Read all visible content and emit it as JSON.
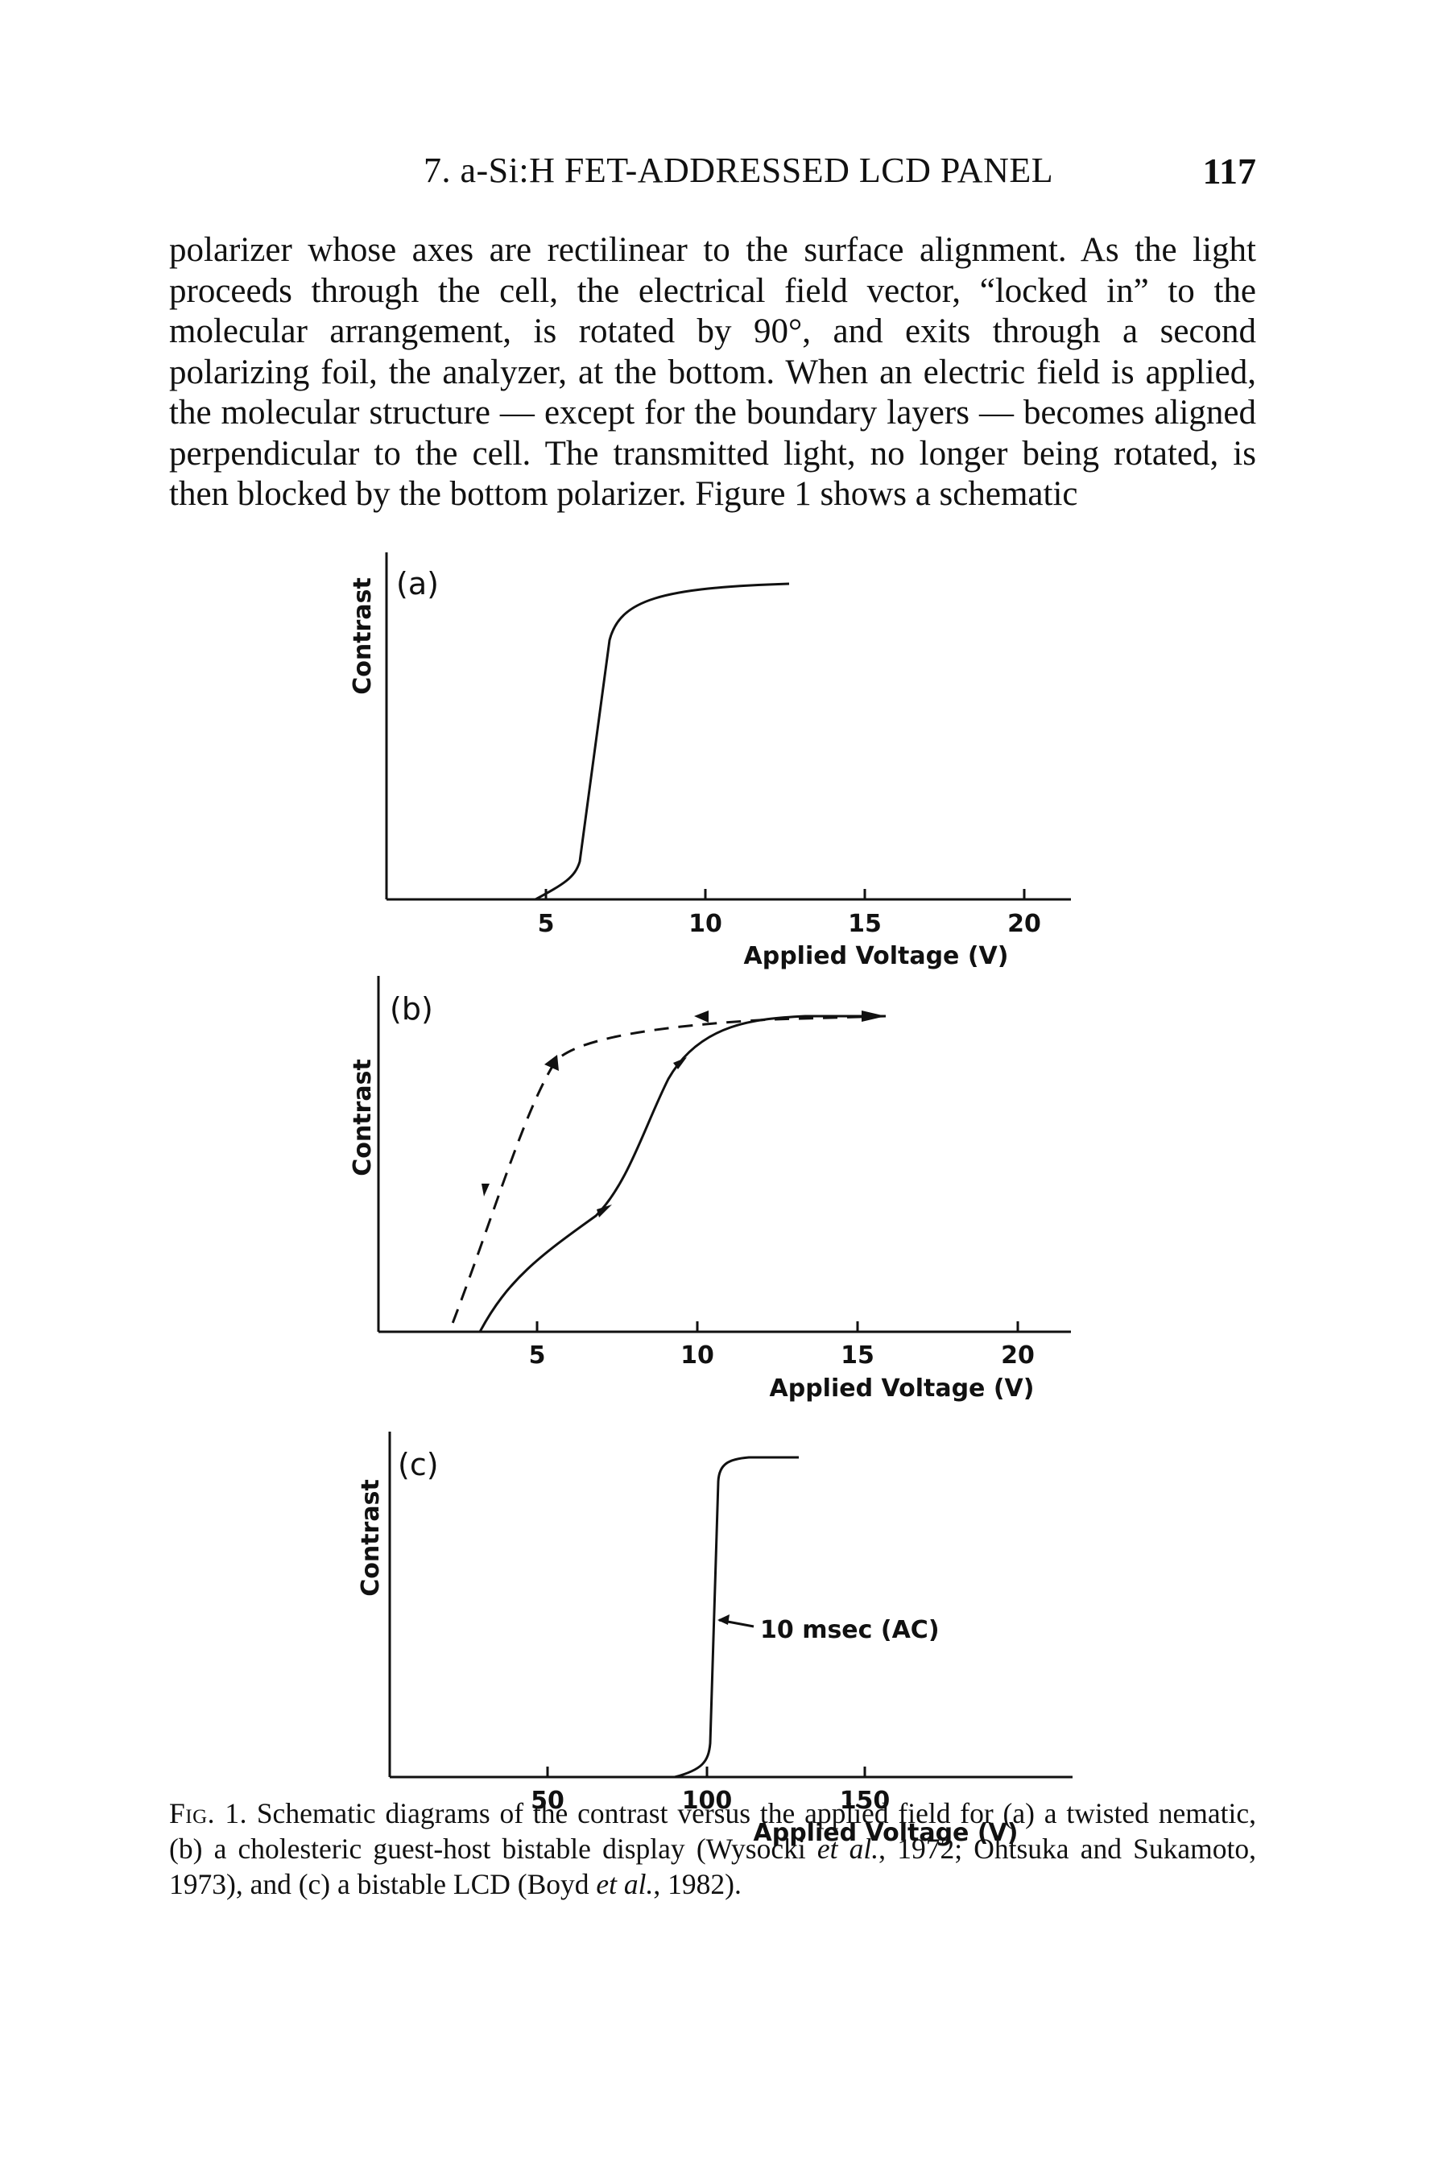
{
  "header": {
    "running_head": "7. a-Si:H FET-ADDRESSED LCD PANEL",
    "page_number": "117"
  },
  "body_text": "polarizer whose axes are rectilinear to the surface alignment. As the light proceeds through the cell, the electrical field vector, “locked in” to the molecular arrangement, is rotated by 90°, and exits through a second polarizing foil, the analyzer, at the bottom. When an electric field is applied, the molecular structure — except for the boundary layers — becomes aligned perpendicular to the cell. The transmitted light, no longer being rotated, is then blocked by the bottom polarizer. Figure 1 shows a schematic",
  "figure": {
    "panels": {
      "a": {
        "panel_label": "(a)",
        "ylabel": "Contrast",
        "xlabel": "Applied Voltage (V)",
        "tick_labels": [
          "5",
          "10",
          "15",
          "20"
        ]
      },
      "b": {
        "panel_label": "(b)",
        "ylabel": "Contrast",
        "xlabel": "Applied Voltage (V)",
        "tick_labels": [
          "5",
          "10",
          "15",
          "20"
        ]
      },
      "c": {
        "panel_label": "(c)",
        "ylabel": "Contrast",
        "xlabel": "Applied Voltage (V)",
        "tick_labels": [
          "50",
          "100",
          "150"
        ],
        "annotation": "10 msec (AC)"
      }
    }
  },
  "caption": {
    "label": "Fig. 1.",
    "part1": "Schematic diagrams of the contrast versus the applied field for (a) a twisted nematic, (b) a cholesteric guest-host bistable display (Wysocki",
    "et_al_1": "et al.",
    "part2": ", 1972; Ohtsuka and Sukamoto, 1973), and (c) a bistable LCD (Boyd",
    "et_al_2": "et al.",
    "part3": ", 1982)."
  }
}
